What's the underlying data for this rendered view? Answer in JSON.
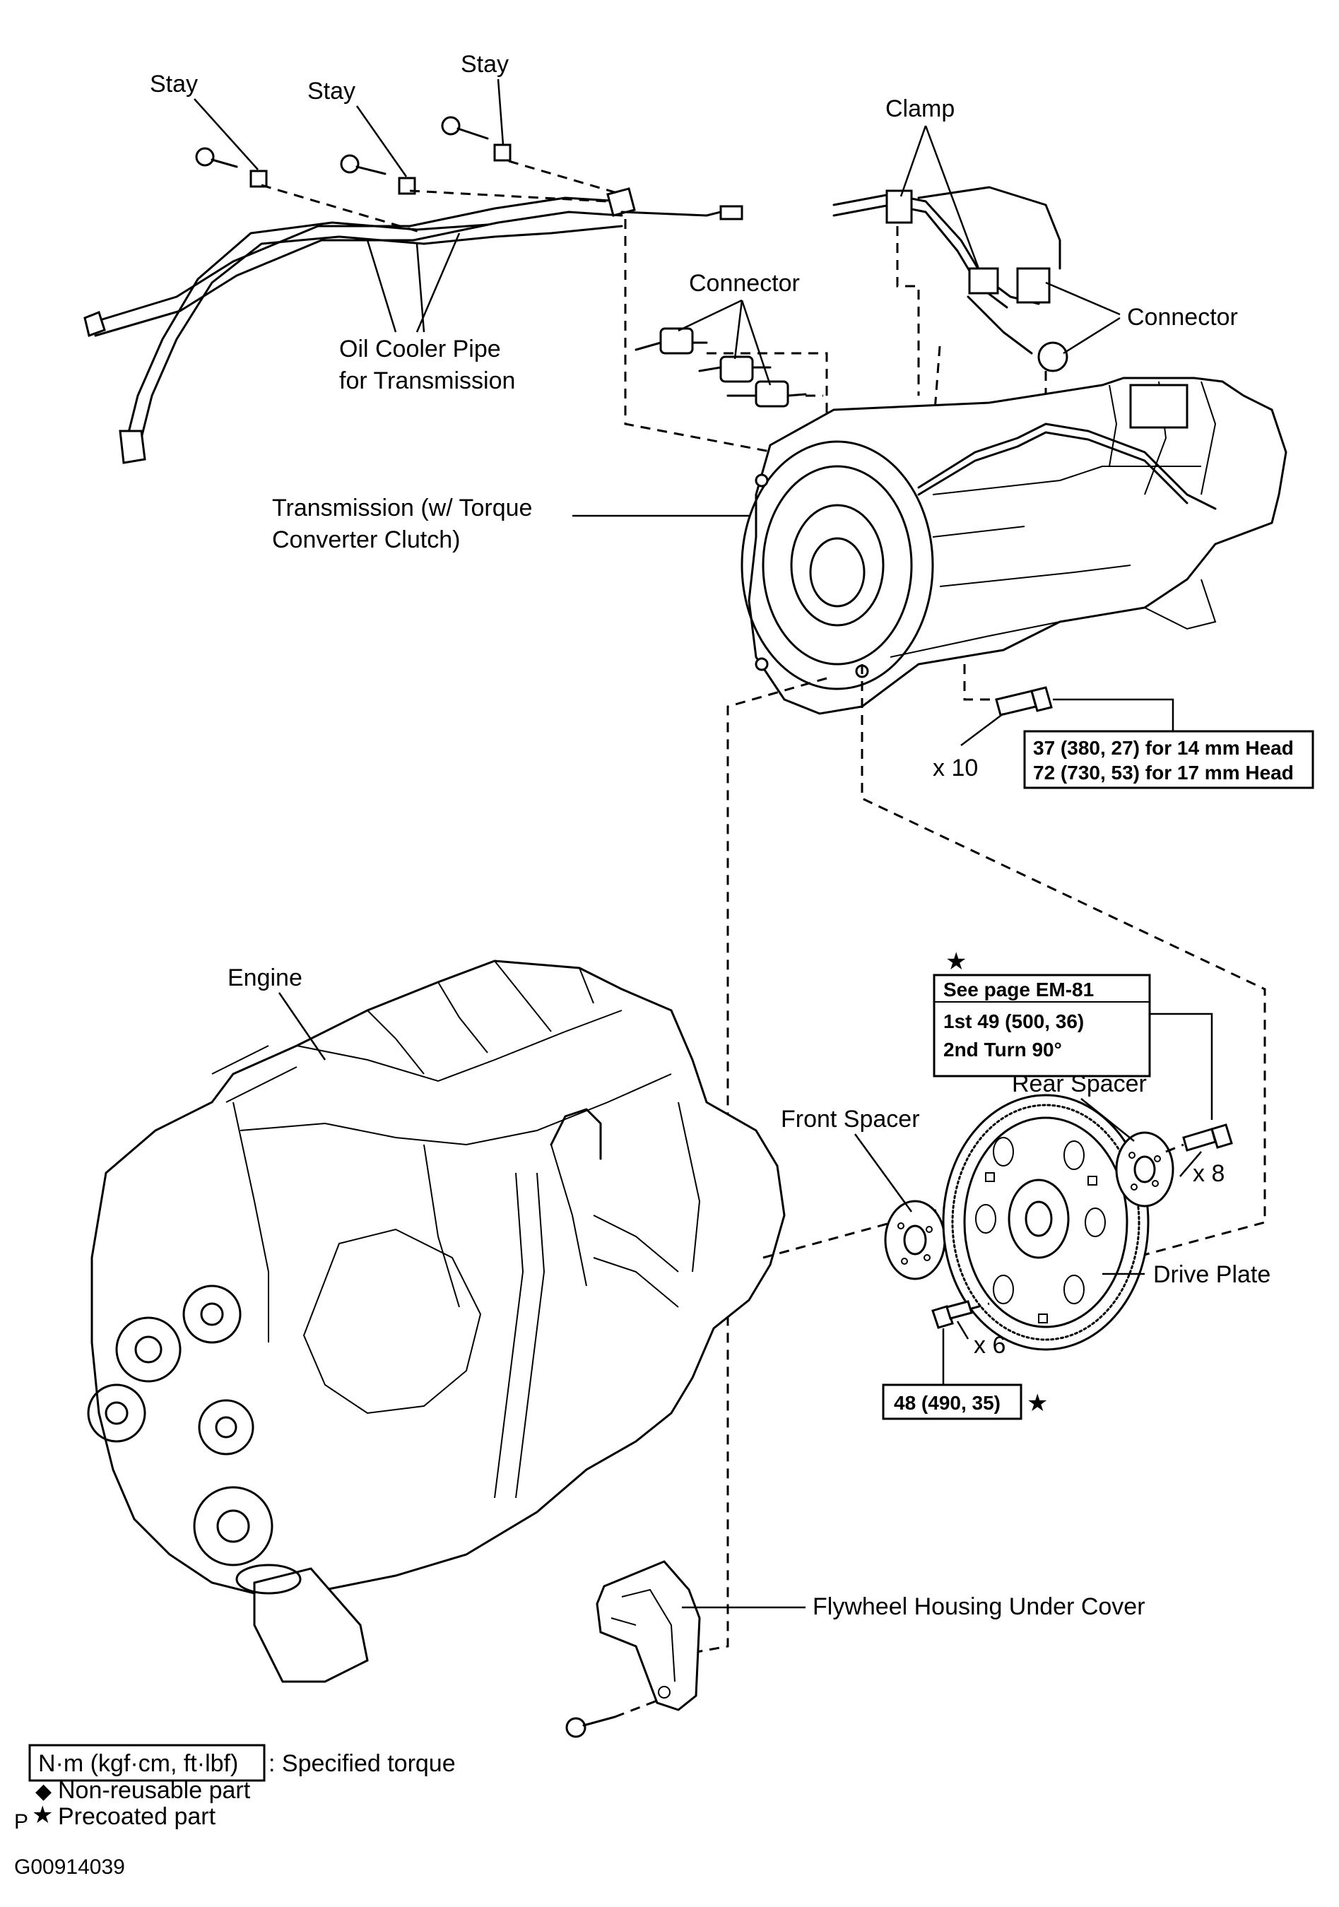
{
  "labels": {
    "stay_1": "Stay",
    "stay_2": "Stay",
    "stay_3": "Stay",
    "oil_cooler_line1": "Oil Cooler Pipe",
    "oil_cooler_line2": "for Transmission",
    "clamp": "Clamp",
    "connector_top": "Connector",
    "connector_right": "Connector",
    "transmission_line1": "Transmission (w/ Torque",
    "transmission_line2": "Converter Clutch)",
    "bolt_count_10": "x 10",
    "engine": "Engine",
    "front_spacer": "Front Spacer",
    "rear_spacer": "Rear Spacer",
    "bolt_count_8": "x 8",
    "drive_plate": "Drive Plate",
    "bolt_count_6": "x 6",
    "flywheel_cover": "Flywheel Housing Under Cover"
  },
  "torque_specs": {
    "transmission_bolts": {
      "line1": "37 (380, 27) for 14 mm Head",
      "line2": "72 (730, 53) for 17 mm Head"
    },
    "drive_plate_bolts": {
      "star": "★",
      "header": "See page EM-81",
      "line1": "1st 49 (500, 36)",
      "line2": "2nd Turn 90°"
    },
    "spacer_bolts": {
      "value": "48 (490, 35)",
      "star": "★"
    }
  },
  "legend": {
    "torque_box": "N·m (kgf·cm, ft·lbf)",
    "torque_text": ": Specified torque",
    "nonreusable_symbol": "◆",
    "nonreusable_text": "Non-reusable part",
    "precoated_symbol": "★",
    "precoated_text": "Precoated part",
    "p_mark": "P",
    "figure_id": "G00914039"
  }
}
